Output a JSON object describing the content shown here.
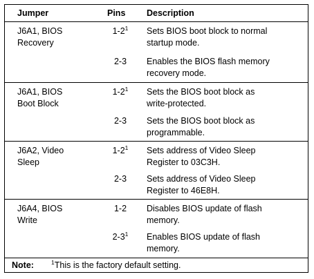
{
  "table": {
    "headers": {
      "jumper": "Jumper",
      "pins": "Pins",
      "description": "Description"
    },
    "groups": [
      {
        "jumper": [
          "J6A1, BIOS",
          "Recovery"
        ],
        "options": [
          {
            "pins": "1-2",
            "footnote": "1",
            "description": [
              "Sets BIOS boot block to normal",
              "startup mode."
            ]
          },
          {
            "pins": "2-3",
            "footnote": "",
            "description": [
              "Enables the BIOS flash memory",
              "recovery mode."
            ]
          }
        ]
      },
      {
        "jumper": [
          "J6A1, BIOS",
          "Boot Block"
        ],
        "options": [
          {
            "pins": "1-2",
            "footnote": "1",
            "description": [
              "Sets the BIOS boot block as",
              "write-protected."
            ]
          },
          {
            "pins": "2-3",
            "footnote": "",
            "description": [
              "Sets the BIOS boot block as",
              "programmable."
            ]
          }
        ]
      },
      {
        "jumper": [
          "J6A2, Video",
          "Sleep"
        ],
        "options": [
          {
            "pins": "1-2",
            "footnote": "1",
            "description": [
              "Sets address of Video Sleep",
              "Register to 03C3H."
            ]
          },
          {
            "pins": "2-3",
            "footnote": "",
            "description": [
              "Sets address of Video Sleep",
              "Register to 46E8H."
            ]
          }
        ]
      },
      {
        "jumper": [
          "J6A4, BIOS",
          "Write"
        ],
        "options": [
          {
            "pins": "1-2",
            "footnote": "",
            "description": [
              "Disables BIOS update of flash",
              "memory."
            ]
          },
          {
            "pins": "2-3",
            "footnote": "1",
            "description": [
              "Enables BIOS update of flash",
              "memory."
            ]
          }
        ]
      }
    ],
    "note": {
      "label": "Note:",
      "footnote_mark": "1",
      "text": "This is the factory default setting."
    }
  }
}
